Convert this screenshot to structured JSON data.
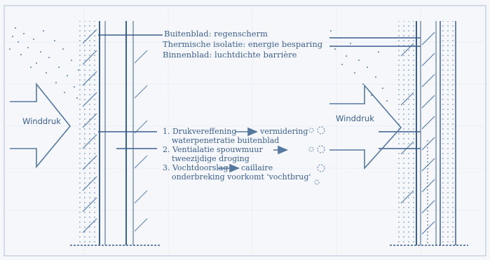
{
  "labels": {
    "outer": "Buitenblad: regenscherm",
    "insulation": "Thermische isolatie: energie besparing",
    "inner": "Binnenblad: luchtdichte barrière",
    "wind_left": "Winddruk",
    "wind_right": "Winddruk",
    "step1_a": "1. Drukvereffening",
    "step1_b": "vermidering",
    "step1_c": "waterpenetratie buitenblad",
    "step2_a": "2. Ventialatie spouwmuur",
    "step2_b": "tweezijdige droging",
    "step3_a": "3. Vochtdoorslag",
    "step3_b": "caillaire",
    "step3_c": "onderbreking voorkomt 'vochtbrug'"
  },
  "colors": {
    "line": "#3b5f8c",
    "hatch": "#5a7fa8",
    "arrow": "#56789f",
    "text": "#3b5f8c",
    "background": "#f5f7fa",
    "frame": "#c8d3e0"
  }
}
